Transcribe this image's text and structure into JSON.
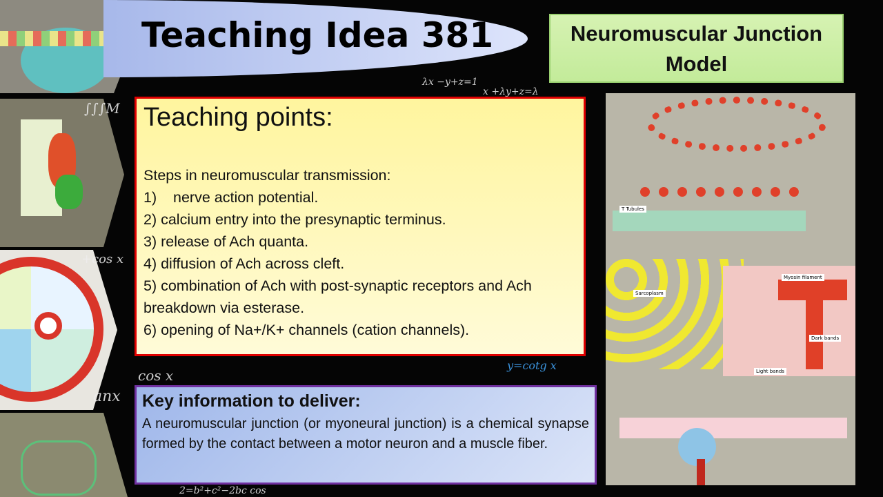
{
  "header": {
    "title": "Teaching Idea 381",
    "topic": "Neuromuscular Junction Model",
    "topic_lines": [
      "Neuromuscular Junction",
      "Model"
    ]
  },
  "teaching_points": {
    "heading": "Teaching points:",
    "intro": "Steps in neuromuscular transmission:",
    "steps": [
      "1)    nerve action potential.",
      "2) calcium entry into the presynaptic terminus.",
      "3) release of Ach quanta.",
      "4) diffusion of Ach across cleft.",
      "5) combination of Ach with post-synaptic receptors and Ach breakdown via esterase.",
      "6) opening of Na+/K+ channels (cation channels)."
    ]
  },
  "key_info": {
    "heading": "Key information to deliver:",
    "body": "A neuromuscular junction (or myoneural junction) is a chemical synapse formed by the contact between a motor neuron and a muscle fiber."
  },
  "photo_labels": {
    "sarcoplasm": "Sarcoplasm",
    "myosin": "Myosin filament",
    "dark": "Dark bands",
    "light": "Light bands",
    "ttubules": "T Tubules"
  },
  "background_math": [
    "λx −y+z=1",
    "x +λy+z=λ",
    "y=cotg x",
    "+cos x",
    "2=b²+c²−2bc cos",
    "cos x",
    "∫∫∫M",
    "anx"
  ]
}
